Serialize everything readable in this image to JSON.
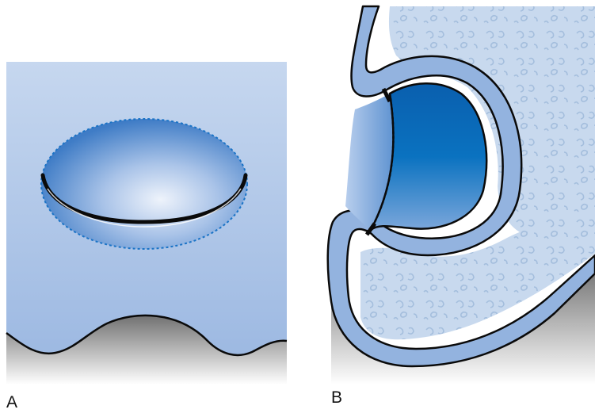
{
  "panels": [
    {
      "id": "A",
      "label": "A"
    },
    {
      "id": "B",
      "label": "B"
    }
  ],
  "colors": {
    "background": "#ffffff",
    "tissue_light": "#c5d6ee",
    "tissue_mid": "#93b3df",
    "tissue_dark": "#2a6fc0",
    "membrane_blue": "#005fb0",
    "outline": "#0a0a0a",
    "bone_fill": "#c8d9ee",
    "bone_speckle": "#a4bedd",
    "shadow_dark": "#6c6c6c",
    "shadow_light": "#ffffff",
    "dotted_outline": "#1a73c6"
  }
}
